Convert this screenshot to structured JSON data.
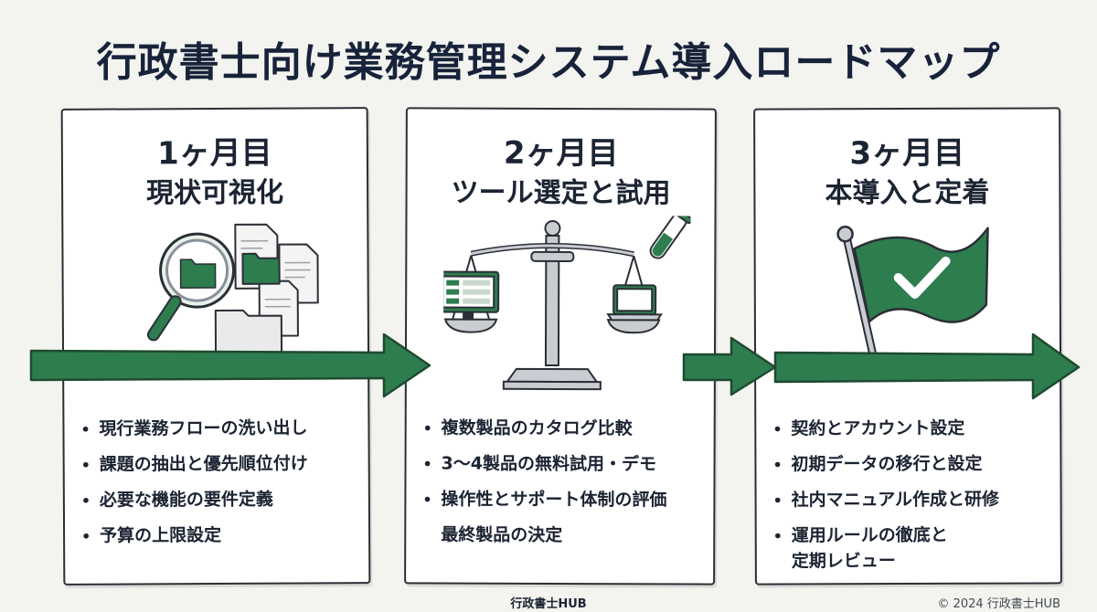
{
  "title": "行政書士向け業務管理システム導入ロードマップ",
  "colors": {
    "accent": "#2e7d4f",
    "ink": "#1c2433",
    "card": "#ffffff",
    "background": "#f3f3ef"
  },
  "phases": [
    {
      "month": "1ヶ月目",
      "heading": "現状可視化",
      "icon": "magnifier-documents-icon",
      "items": [
        "現行業務フローの洗い出し",
        "課題の抽出と優先順位付け",
        "必要な機能の要件定義",
        "予算の上限設定"
      ]
    },
    {
      "month": "2ヶ月目",
      "heading": "ツール選定と試用",
      "icon": "balance-scale-icon",
      "items": [
        "複数製品のカタログ比較",
        "3〜4製品の無料試用・デモ",
        "操作性とサポート体制の評価",
        "最終製品の決定"
      ]
    },
    {
      "month": "3ヶ月目",
      "heading": "本導入と定着",
      "icon": "checkmark-flag-icon",
      "items": [
        "契約とアカウント設定",
        "初期データの移行と設定",
        "社内マニュアル作成と研修",
        "運用ルールの徹底と\n定期レビュー"
      ]
    }
  ],
  "footer": {
    "brand": "行政書士HUB",
    "copyright": "© 2024 行政書士HUB"
  }
}
